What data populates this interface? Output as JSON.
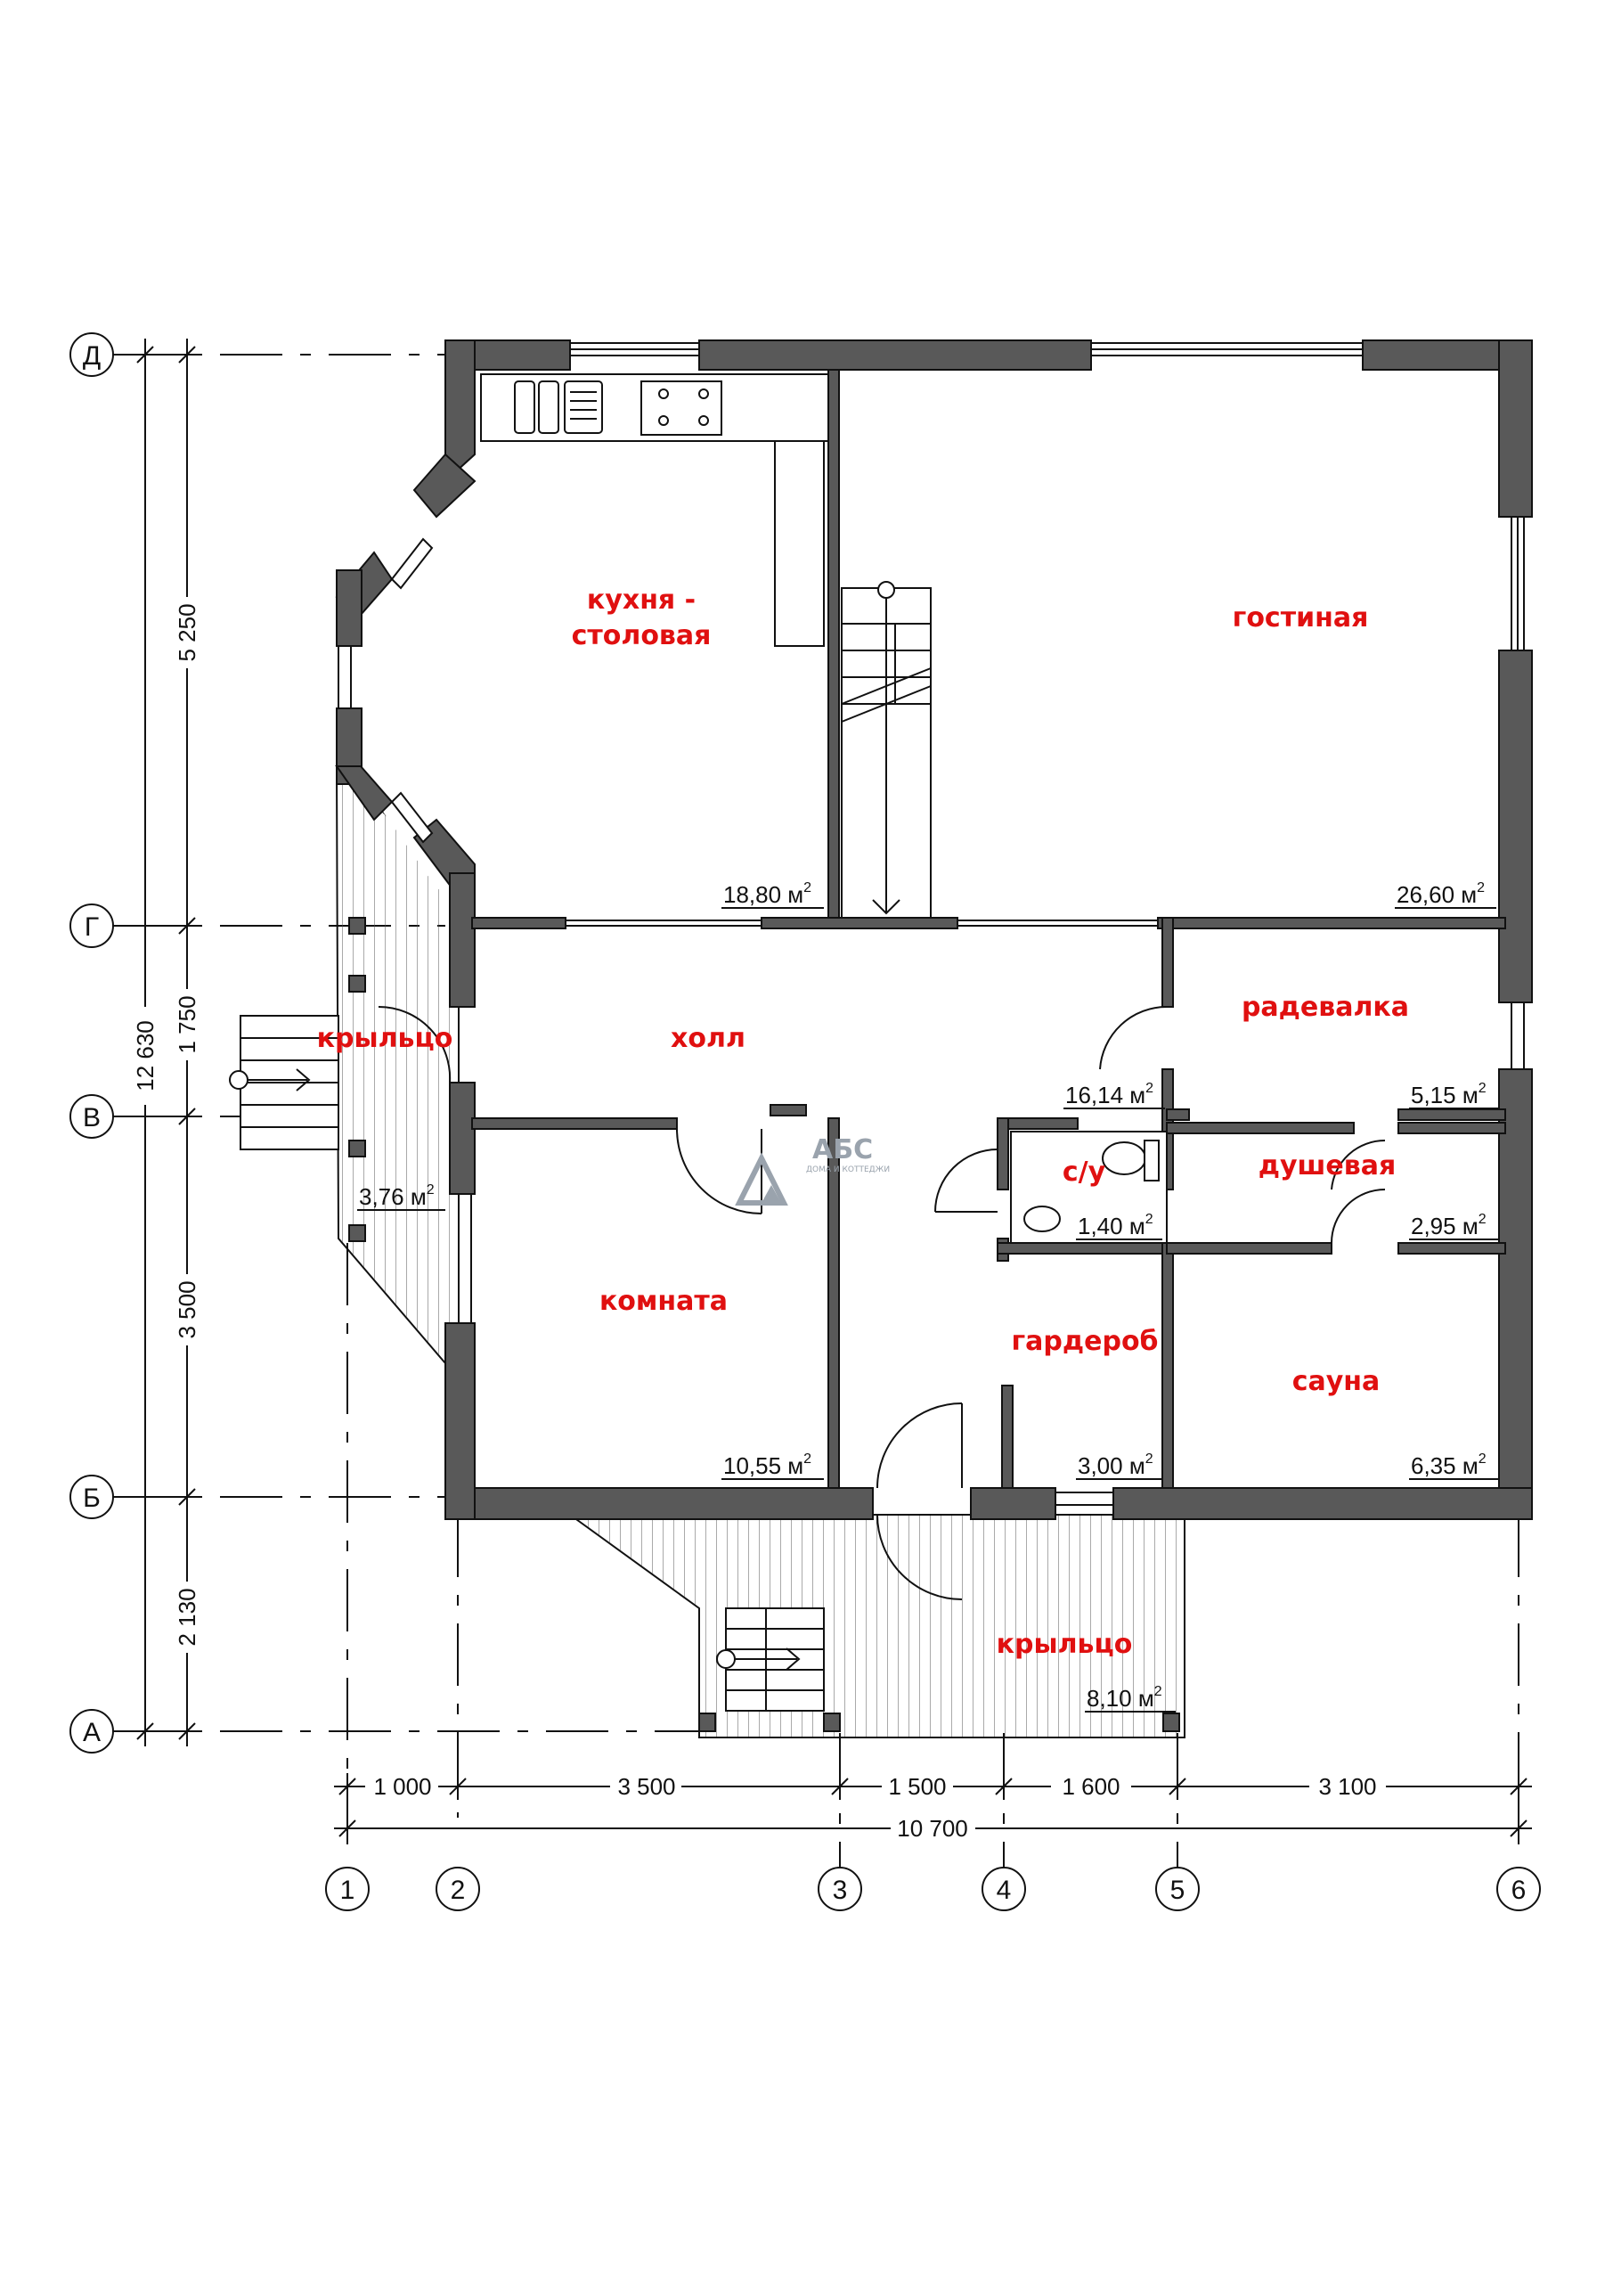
{
  "rooms": {
    "kitchen_line1": "кухня -",
    "kitchen_line2": "столовая",
    "kitchen_area": "18,80 м",
    "living": "гостиная",
    "living_area": "26,60 м",
    "hall": "холл",
    "hall_area": "16,14 м",
    "changing": "радевалка",
    "changing_area": "5,15 м",
    "shower": "душевая",
    "shower_area": "2,95 м",
    "wc": "с/у",
    "wc_area": "1,40 м",
    "room": "комната",
    "room_area": "10,55 м",
    "wardrobe": "гардероб",
    "wardrobe_area": "3,00 м",
    "sauna": "сауна",
    "sauna_area": "6,35 м",
    "porch_side": "крыльцо",
    "porch_side_area": "3,76 м",
    "porch_front": "крыльцо",
    "porch_front_area": "8,10 м",
    "sq": "2"
  },
  "axes_letters": [
    "Д",
    "Г",
    "В",
    "Б",
    "А"
  ],
  "axes_numbers": [
    "1",
    "2",
    "3",
    "4",
    "5",
    "6"
  ],
  "vertical_dims": {
    "d1": "5 250",
    "d2": "1 750",
    "d3": "3 500",
    "d4": "2 130",
    "total": "12 630"
  },
  "horizontal_dims": {
    "d1": "1 000",
    "d2": "3 500",
    "d3": "1 500",
    "d4": "1 600",
    "d5": "3 100",
    "total": "10 700"
  },
  "logo": {
    "name": "АБС",
    "subtitle": "ДОМА И КОТТЕДЖИ"
  },
  "colors": {
    "wall": "#595959",
    "label": "#e01010"
  }
}
